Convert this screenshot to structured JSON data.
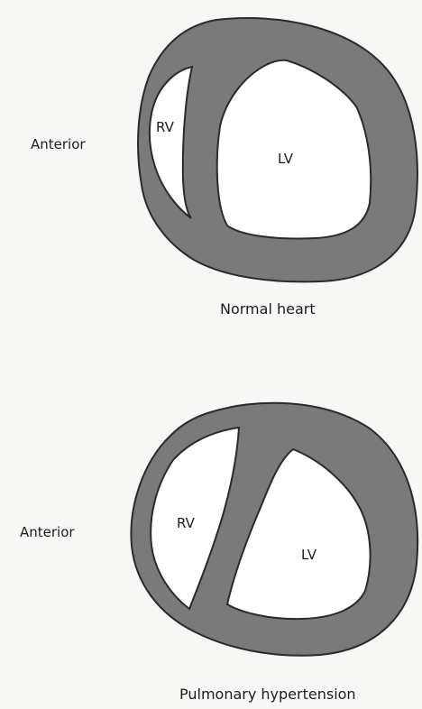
{
  "diagrams": [
    {
      "orientation_label": "Anterior",
      "rv_label": "RV",
      "lv_label": "LV",
      "caption": "Normal heart"
    },
    {
      "orientation_label": "Anterior",
      "rv_label": "RV",
      "lv_label": "LV",
      "caption": "Pulmonary hypertension"
    }
  ]
}
